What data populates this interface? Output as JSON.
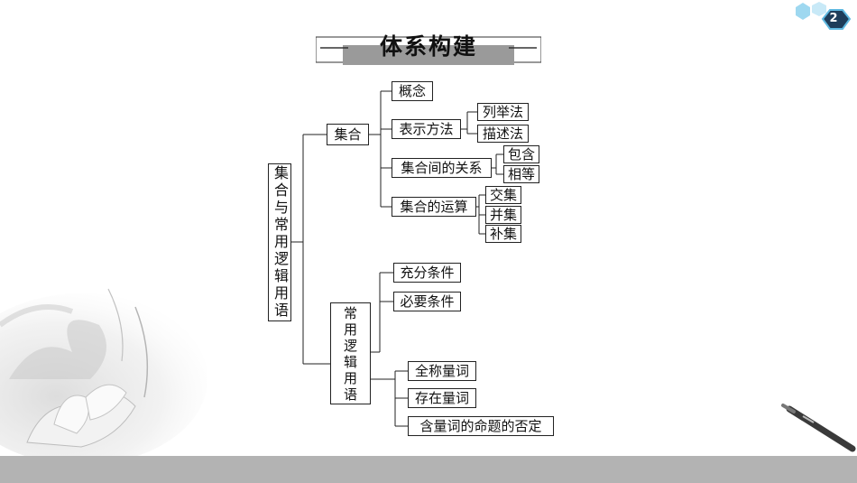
{
  "page": {
    "number": "2"
  },
  "title": "体系构建",
  "tree": {
    "root": "集合与常用逻辑用语",
    "set": {
      "label": "集合",
      "concept": "概念",
      "representation": {
        "label": "表示方法",
        "children": [
          "列举法",
          "描述法"
        ]
      },
      "relations": {
        "label": "集合间的关系",
        "children": [
          "包含",
          "相等"
        ]
      },
      "operations": {
        "label": "集合的运算",
        "children": [
          "交集",
          "并集",
          "补集"
        ]
      }
    },
    "logic": {
      "label": "常用逻辑用语",
      "sufficient": "充分条件",
      "necessary": "必要条件",
      "universal": "全称量词",
      "existential": "存在量词",
      "negation": "含量词的命题的否定"
    }
  }
}
